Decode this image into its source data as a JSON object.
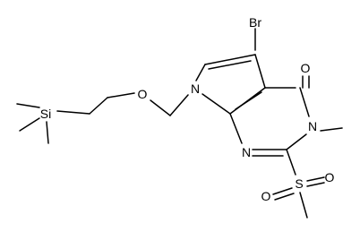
{
  "structure": {
    "atoms": {
      "br": "Br",
      "o_carbonyl": "O",
      "n3": "N",
      "n1": "N",
      "n7": "N",
      "o_ether": "O",
      "si": "Si",
      "s": "S",
      "o_s1": "O",
      "o_s2": "O"
    }
  }
}
